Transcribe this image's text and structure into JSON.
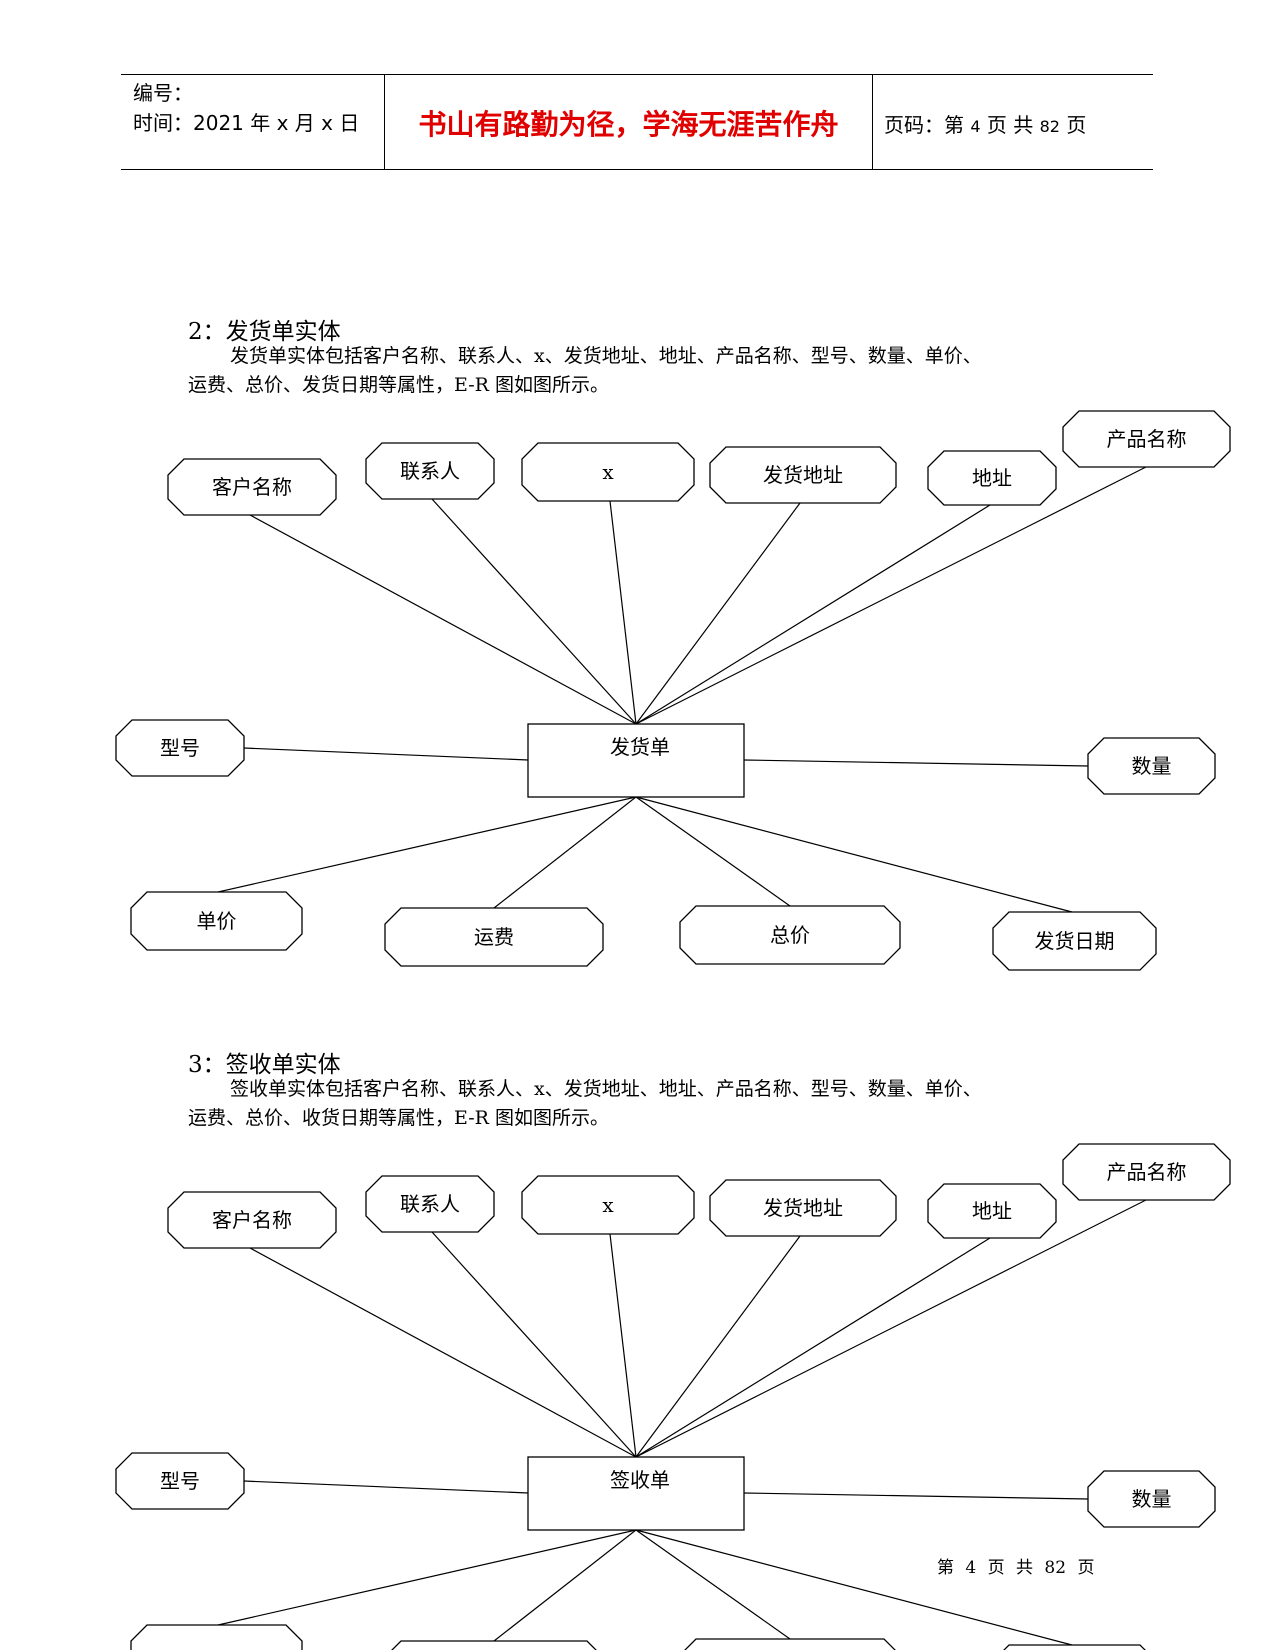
{
  "header": {
    "number_label": "编号：",
    "time_label": "时间：2021 年 x 月 x 日",
    "motto": "书山有路勤为径，学海无涯苦作舟",
    "page_prefix": "页码：第",
    "page_current": "4",
    "page_mid": "页  共",
    "page_total": "82",
    "page_suffix": "页"
  },
  "sections": [
    {
      "title": "2：发货单实体",
      "para_line1": "发货单实体包括客户名称、联系人、x、发货地址、地址、产品名称、型号、数量、单价、",
      "para_line2": "运费、总价、发货日期等属性，E-R 图如图所示。",
      "entity": "发货单",
      "attributes": [
        "客户名称",
        "联系人",
        "x",
        "发货地址",
        "地址",
        "产品名称",
        "型号",
        "数量",
        "单价",
        "运费",
        "总价",
        "发货日期"
      ]
    },
    {
      "title": "3：签收单实体",
      "para_line1": "签收单实体包括客户名称、联系人、x、发货地址、地址、产品名称、型号、数量、单价、",
      "para_line2": "运费、总价、收货日期等属性，E-R 图如图所示。",
      "entity": "签收单",
      "attributes": [
        "客户名称",
        "联系人",
        "x",
        "发货地址",
        "地址",
        "产品名称",
        "型号",
        "数量"
      ]
    }
  ],
  "footer": "第 4 页 共 82 页"
}
